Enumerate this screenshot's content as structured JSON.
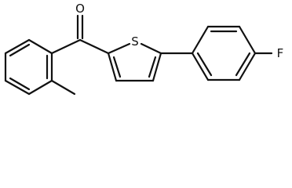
{
  "molecule": {
    "atoms": {
      "oxygen": "O",
      "sulfur": "S",
      "fluorine": "F"
    },
    "colors": {
      "bond": "#111111",
      "background": "#ffffff"
    }
  }
}
